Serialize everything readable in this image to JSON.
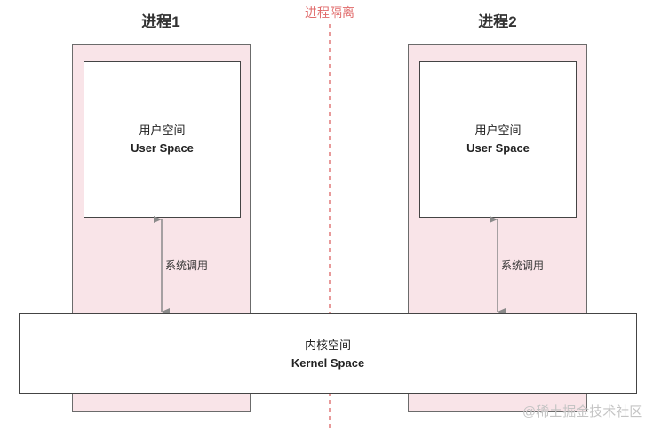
{
  "separator_label": "进程隔离",
  "processes": [
    {
      "title": "进程1",
      "user_space_cn": "用户空间",
      "user_space_en": "User Space",
      "syscall_label": "系统调用"
    },
    {
      "title": "进程2",
      "user_space_cn": "用户空间",
      "user_space_en": "User Space",
      "syscall_label": "系统调用"
    }
  ],
  "kernel": {
    "label_cn": "内核空间",
    "label_en": "Kernel Space"
  },
  "watermark": "@稀土掘金技术社区",
  "colors": {
    "process_fill": "#f9e4e8",
    "separator": "#e07878",
    "arrow": "#8a8a8a",
    "border": "#444444"
  }
}
